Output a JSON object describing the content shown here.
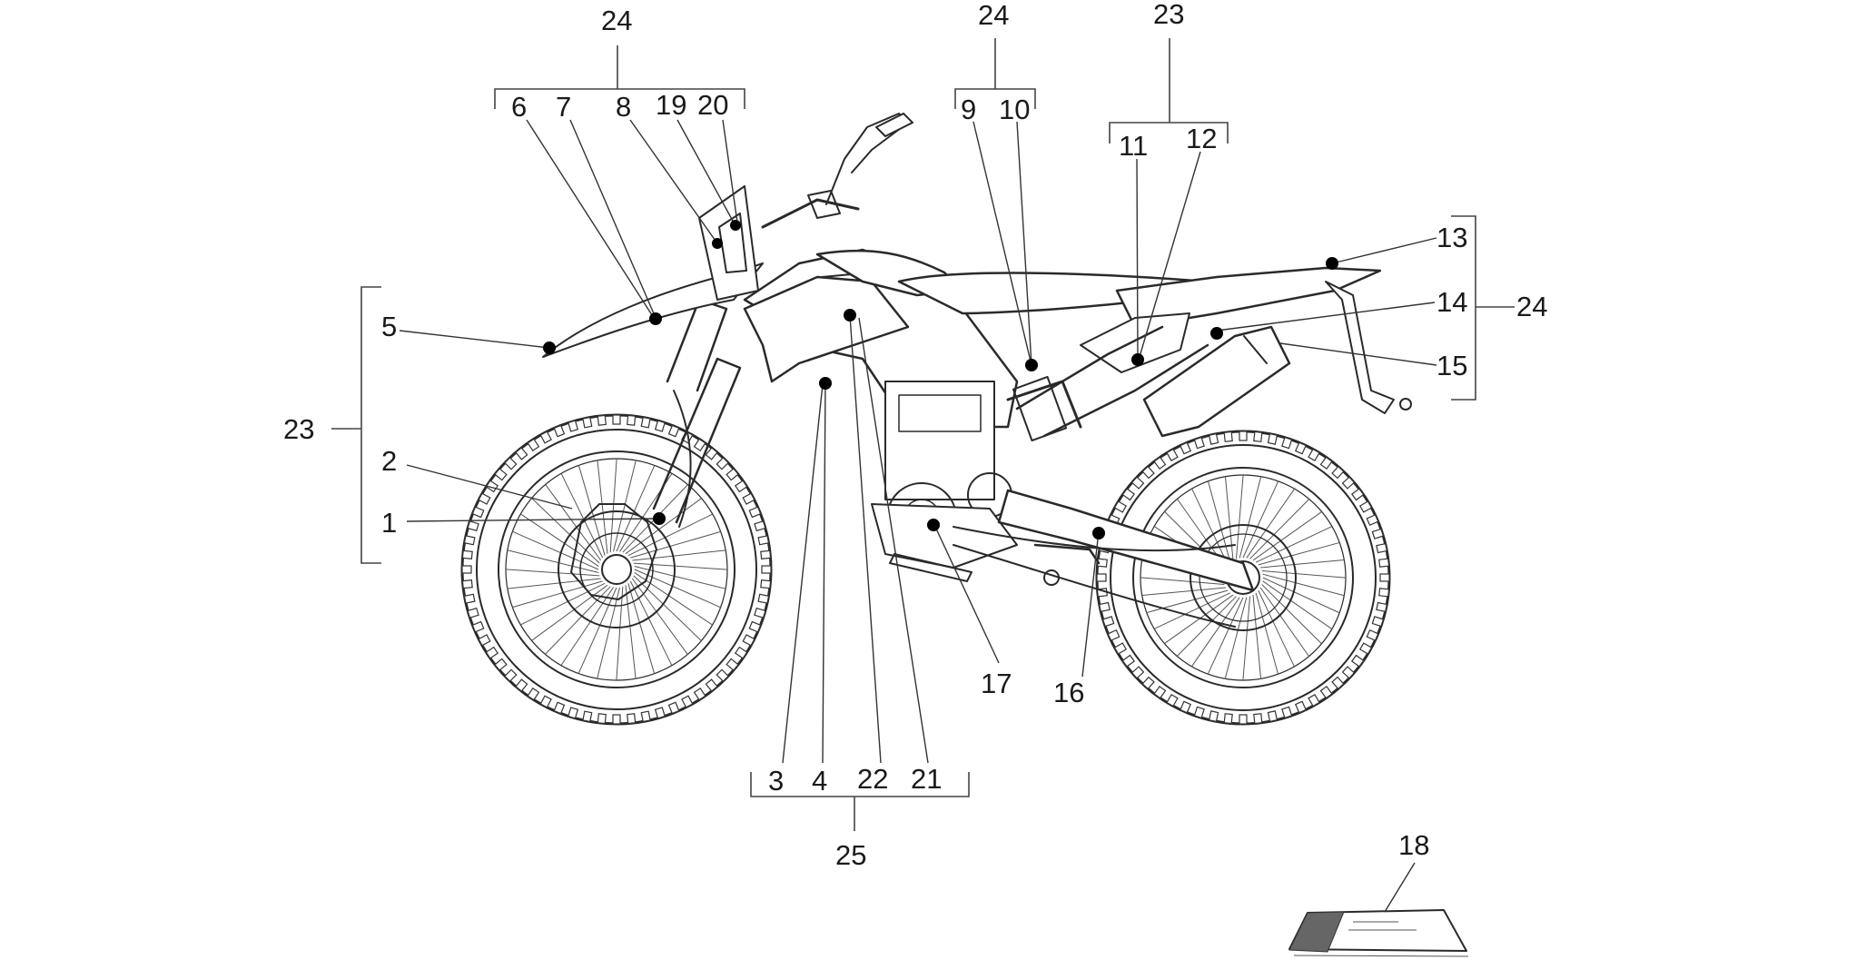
{
  "callouts": {
    "c1": "1",
    "c2": "2",
    "c3": "3",
    "c4": "4",
    "c5": "5",
    "c6": "6",
    "c7": "7",
    "c8": "8",
    "c9": "9",
    "c10": "10",
    "c11": "11",
    "c12": "12",
    "c13": "13",
    "c14": "14",
    "c15": "15",
    "c16": "16",
    "c17": "17",
    "c18": "18",
    "c19": "19",
    "c20": "20",
    "c21": "21",
    "c22": "22",
    "g23_left": "23",
    "g23_top": "23",
    "g24_left": "24",
    "g24_mid": "24",
    "g24_right": "24",
    "g25": "25"
  }
}
